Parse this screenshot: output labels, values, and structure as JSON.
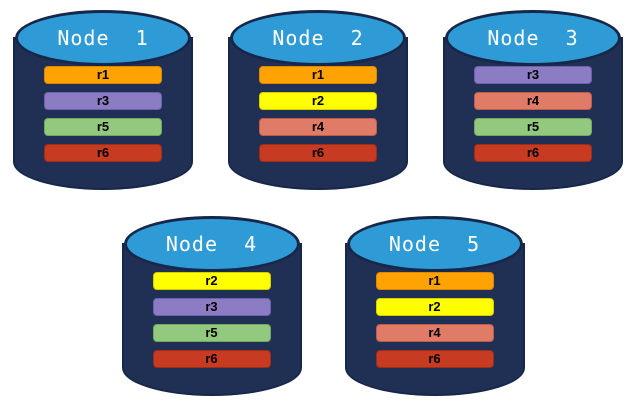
{
  "diagram": {
    "description": "Five database nodes with replica placement",
    "background": "#FFFFFF"
  },
  "cylinder_style": {
    "body_color": "#1F3054",
    "edge_color": "#16274A",
    "cap_color": "#2E9BD6",
    "label_color": "#FFFFFF"
  },
  "replica_palette": {
    "r1": {
      "fill": "#FFA204",
      "border": "#DE8800"
    },
    "r2": {
      "fill": "#FFFF00",
      "border": "#D9CC00"
    },
    "r3": {
      "fill": "#8C7CC4",
      "border": "#6F60AD"
    },
    "r4": {
      "fill": "#E07B68",
      "border": "#BF5B49"
    },
    "r5": {
      "fill": "#93C97F",
      "border": "#72A95F"
    },
    "r6": {
      "fill": "#C63B22",
      "border": "#9C2D17"
    }
  },
  "nodes": [
    {
      "label": "Node  1",
      "replicas": [
        "r1",
        "r3",
        "r5",
        "r6"
      ]
    },
    {
      "label": "Node  2",
      "replicas": [
        "r1",
        "r2",
        "r4",
        "r6"
      ]
    },
    {
      "label": "Node  3",
      "replicas": [
        "r3",
        "r4",
        "r5",
        "r6"
      ]
    },
    {
      "label": "Node  4",
      "replicas": [
        "r2",
        "r3",
        "r5",
        "r6"
      ]
    },
    {
      "label": "Node  5",
      "replicas": [
        "r1",
        "r2",
        "r4",
        "r6"
      ]
    }
  ]
}
